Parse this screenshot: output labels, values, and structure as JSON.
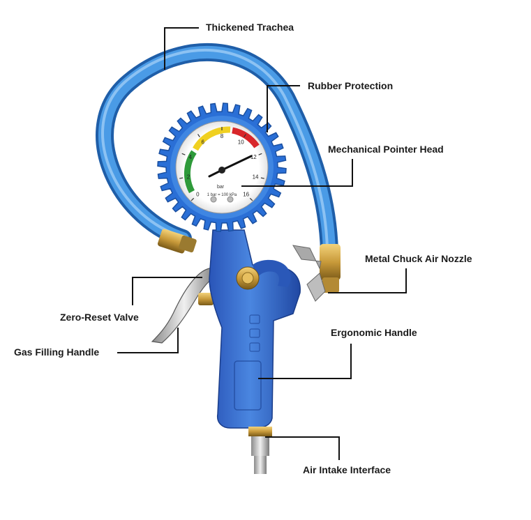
{
  "labels": {
    "trachea": "Thickened Trachea",
    "rubber": "Rubber Protection",
    "pointer_head": "Mechanical Pointer Head",
    "chuck": "Metal Chuck Air Nozzle",
    "zero_reset": "Zero-Reset Valve",
    "gas_handle": "Gas Filling Handle",
    "ergonomic": "Ergonomic Handle",
    "air_intake": "Air Intake Interface"
  },
  "gauge": {
    "outer_scale": [
      "0",
      "2",
      "4",
      "6",
      "8",
      "10",
      "12",
      "14",
      "16"
    ],
    "unit": "bar",
    "footer": "1 bar = 100 kPa"
  },
  "colors": {
    "hose_blue": "#2f7fd4",
    "body_blue": "#3a6fd0",
    "brass": "#c89a3a",
    "zone_green": "#2e9a3a",
    "zone_yellow": "#f0d020",
    "zone_red": "#d8262a"
  }
}
